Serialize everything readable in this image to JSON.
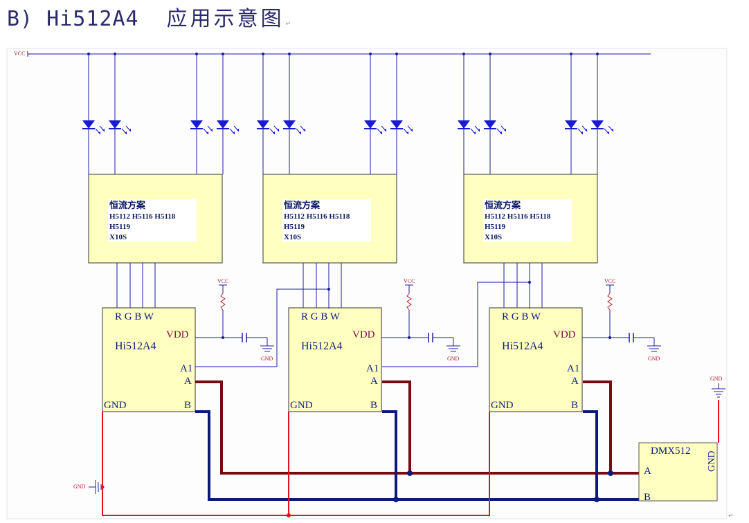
{
  "title": {
    "main": "B) Hi512A4",
    "sub": "应用示意图",
    "mark": "↵"
  },
  "end_mark": "↵",
  "labels": {
    "vcc": "VCC",
    "gnd": "GND",
    "gnd_left": "GND"
  },
  "cc_blocks": [
    {
      "line1": "恒流方案",
      "line2": "H5112 H5116 H5118",
      "line3": "H5119",
      "line4": "X10S"
    },
    {
      "line1": "恒流方案",
      "line2": "H5112 H5116 H5118",
      "line3": "H5119",
      "line4": "X10S"
    },
    {
      "line1": "恒流方案",
      "line2": "H5112 H5116 H5118",
      "line3": "H5119",
      "line4": "X10S"
    }
  ],
  "chips": [
    {
      "name": "Hi512A4",
      "pins_top": "R G B W",
      "vdd": "VDD",
      "a1": "A1",
      "a": "A",
      "b": "B",
      "gnd": "GND"
    },
    {
      "name": "Hi512A4",
      "pins_top": "R G B W",
      "vdd": "VDD",
      "a1": "A1",
      "a": "A",
      "b": "B",
      "gnd": "GND"
    },
    {
      "name": "Hi512A4",
      "pins_top": "R G B W",
      "vdd": "VDD",
      "a1": "A1",
      "a": "A",
      "b": "B",
      "gnd": "GND"
    }
  ],
  "dmx": {
    "name": "DMX512",
    "a": "A",
    "b": "B",
    "gnd": "GND"
  },
  "colors": {
    "wire": "#1a1aa0",
    "a_bus": "#7a0a10",
    "b_bus": "#0c1a80",
    "gnd_wire": "#e0141e",
    "block_fill": "#ffffc0",
    "led": "#1a1ad0"
  }
}
